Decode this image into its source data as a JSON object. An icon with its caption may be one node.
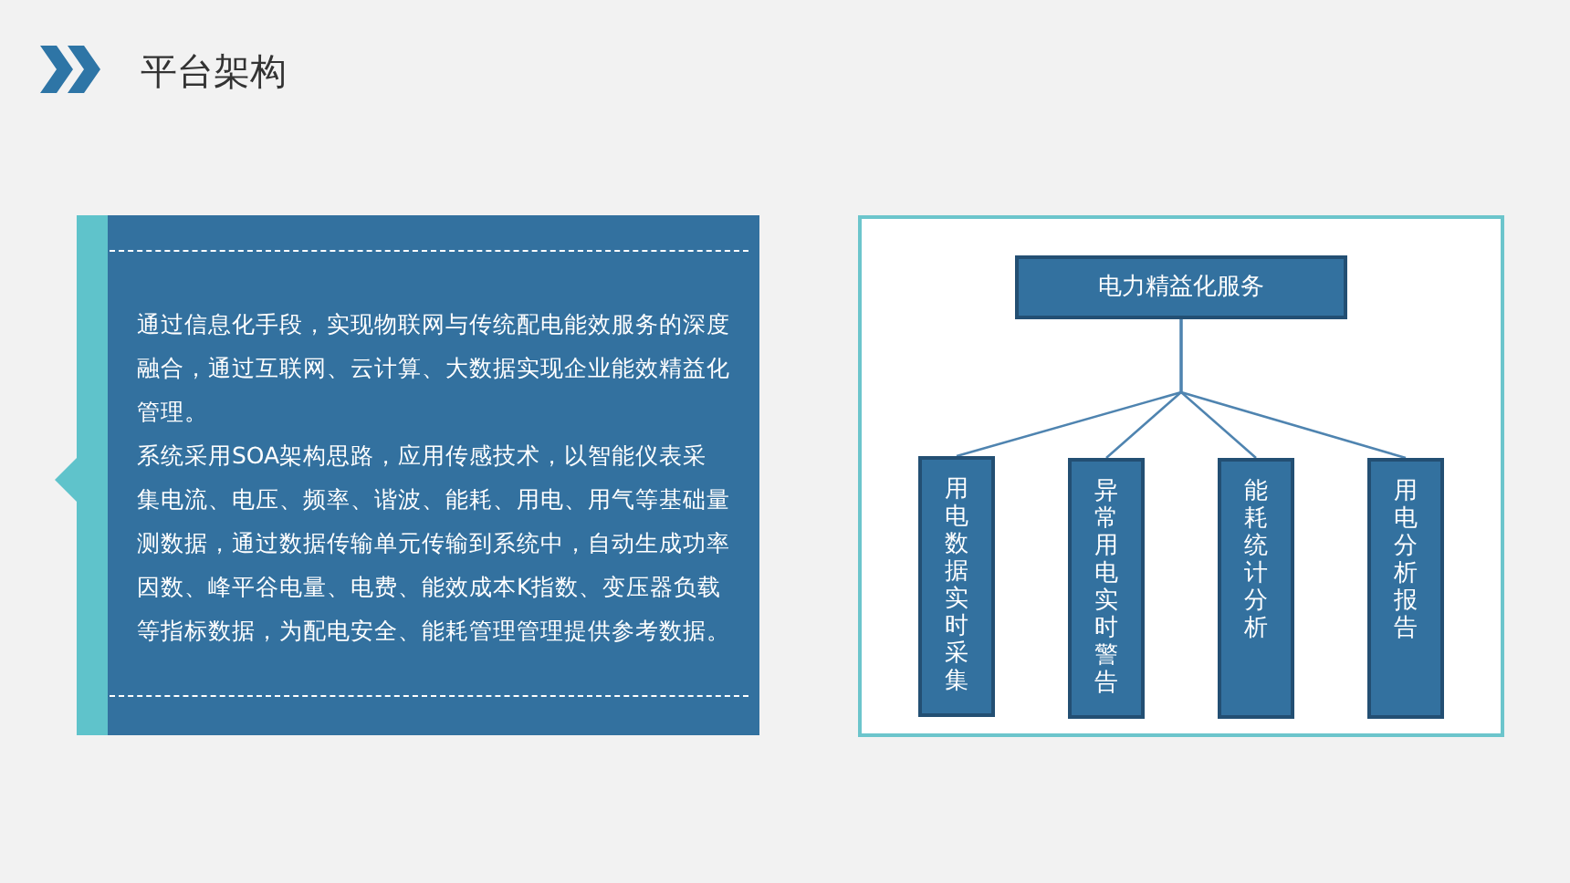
{
  "diagram": {
    "title": "平台架构",
    "nodes": [
      {
        "text": [
          "电力精益化服务"
        ]
      },
      {
        "text": [
          "用电数据实时采集"
        ]
      },
      {
        "text": [
          "异常用电实时警告"
        ]
      },
      {
        "text": [
          "能耗统计分析"
        ]
      },
      {
        "text": [
          "用电分析报告"
        ]
      }
    ],
    "edges": [
      {
        "from": 0,
        "to": 1,
        "arrow": "none"
      },
      {
        "from": 0,
        "to": 2,
        "arrow": "none"
      },
      {
        "from": 0,
        "to": 3,
        "arrow": "none"
      },
      {
        "from": 0,
        "to": 4,
        "arrow": "none"
      }
    ],
    "labels": [
      "通过信息化手段，实现物联网与传统配电能效服务的深度融合，通过互联网、云计算、大数据实现企业能效精益化管理。",
      "系统采用SOA架构思路，应用传感技术，以智能仪表采集电流、电压、频率、谐波、能耗、用电、用气等基础量测数据，通过数据传输单元传输到系统中，自动生成功率因数、峰平谷电量、电费、能效成本K指数、变压器负载等指标数据，为配电安全、能耗管理管理提供参考数据。"
    ]
  }
}
